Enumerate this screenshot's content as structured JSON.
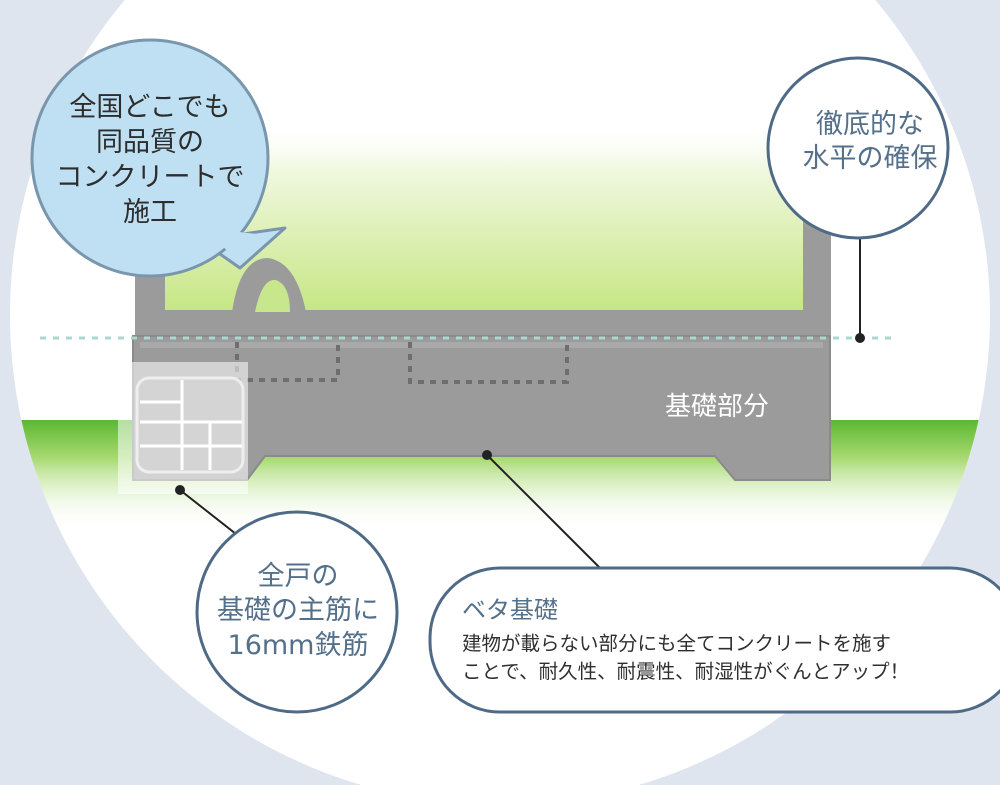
{
  "callouts": {
    "quality": {
      "lines": [
        "全国どこでも",
        "同品質の",
        "コンクリートで",
        "施工"
      ]
    },
    "level": {
      "lines": [
        "徹底的な",
        "水平の確保"
      ]
    },
    "rebar": {
      "lines": [
        "全戸の",
        "基礎の主筋に",
        "16mm鉄筋"
      ]
    },
    "beta": {
      "title": "ベタ基礎",
      "body_lines": [
        "建物が載らない部分にも全てコンクリートを施す",
        "ことで、耐久性、耐震性、耐湿性がぐんとアップ！"
      ]
    }
  },
  "foundation_label": "基礎部分",
  "colors": {
    "background": "#dfe5ee",
    "circle": "#ffffff",
    "concrete": "#9b9b9b",
    "concrete_edge": "#8a8a8a",
    "grass": "#6fc23a",
    "lawn_gradient_top": "#c9e98a",
    "bubble_fill": "#bfe0f3",
    "callout_border": "#4f6a86",
    "level_line": "#a8d8cf"
  }
}
